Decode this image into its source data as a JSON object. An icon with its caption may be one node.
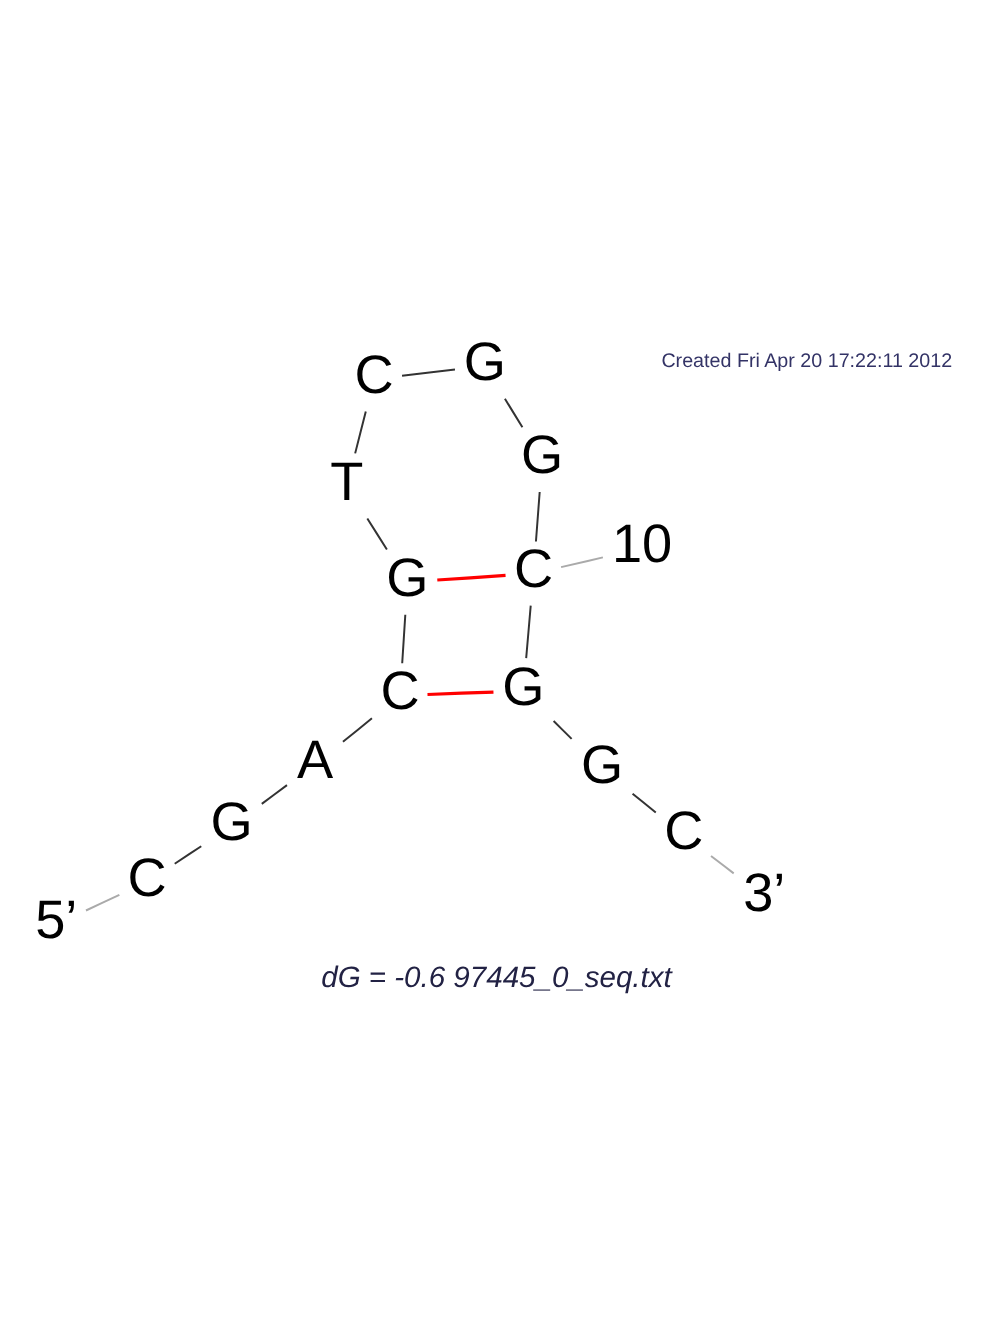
{
  "diagram": {
    "caption": "dG = -0.6 97445_0_seq.txt",
    "nodes": [
      {
        "text": [
          "5’"
        ]
      },
      {
        "text": [
          "C"
        ]
      },
      {
        "text": [
          "G"
        ]
      },
      {
        "text": [
          "A"
        ]
      },
      {
        "text": [
          "C"
        ]
      },
      {
        "text": [
          "G"
        ]
      },
      {
        "text": [
          "T"
        ]
      },
      {
        "text": [
          "C"
        ]
      },
      {
        "text": [
          "G"
        ]
      },
      {
        "text": [
          "G"
        ]
      },
      {
        "text": [
          "C"
        ]
      },
      {
        "text": [
          "G"
        ]
      },
      {
        "text": [
          "G"
        ]
      },
      {
        "text": [
          "C"
        ]
      },
      {
        "text": [
          "3’"
        ]
      },
      {
        "text": [
          "10"
        ]
      }
    ],
    "edges": [
      {
        "from": 0,
        "to": 1,
        "arrow": "none",
        "color": "#aaaaaa"
      },
      {
        "from": 1,
        "to": 2,
        "arrow": "none"
      },
      {
        "from": 2,
        "to": 3,
        "arrow": "none"
      },
      {
        "from": 3,
        "to": 4,
        "arrow": "none"
      },
      {
        "from": 4,
        "to": 5,
        "arrow": "none"
      },
      {
        "from": 5,
        "to": 6,
        "arrow": "none"
      },
      {
        "from": 6,
        "to": 7,
        "arrow": "none"
      },
      {
        "from": 7,
        "to": 8,
        "arrow": "none"
      },
      {
        "from": 8,
        "to": 9,
        "arrow": "none"
      },
      {
        "from": 9,
        "to": 10,
        "arrow": "none"
      },
      {
        "from": 10,
        "to": 11,
        "arrow": "none"
      },
      {
        "from": 11,
        "to": 12,
        "arrow": "none"
      },
      {
        "from": 12,
        "to": 13,
        "arrow": "none"
      },
      {
        "from": 13,
        "to": 14,
        "arrow": "none",
        "color": "#aaaaaa"
      },
      {
        "from": 5,
        "to": 10,
        "arrow": "none",
        "color": "#ff0000"
      },
      {
        "from": 4,
        "to": 11,
        "arrow": "none",
        "color": "#ff0000"
      },
      {
        "from": 15,
        "to": 10,
        "arrow": "none",
        "color": "#aaaaaa"
      }
    ],
    "labels": [
      "Created Fri Apr 20 17:22:11 2012"
    ]
  }
}
